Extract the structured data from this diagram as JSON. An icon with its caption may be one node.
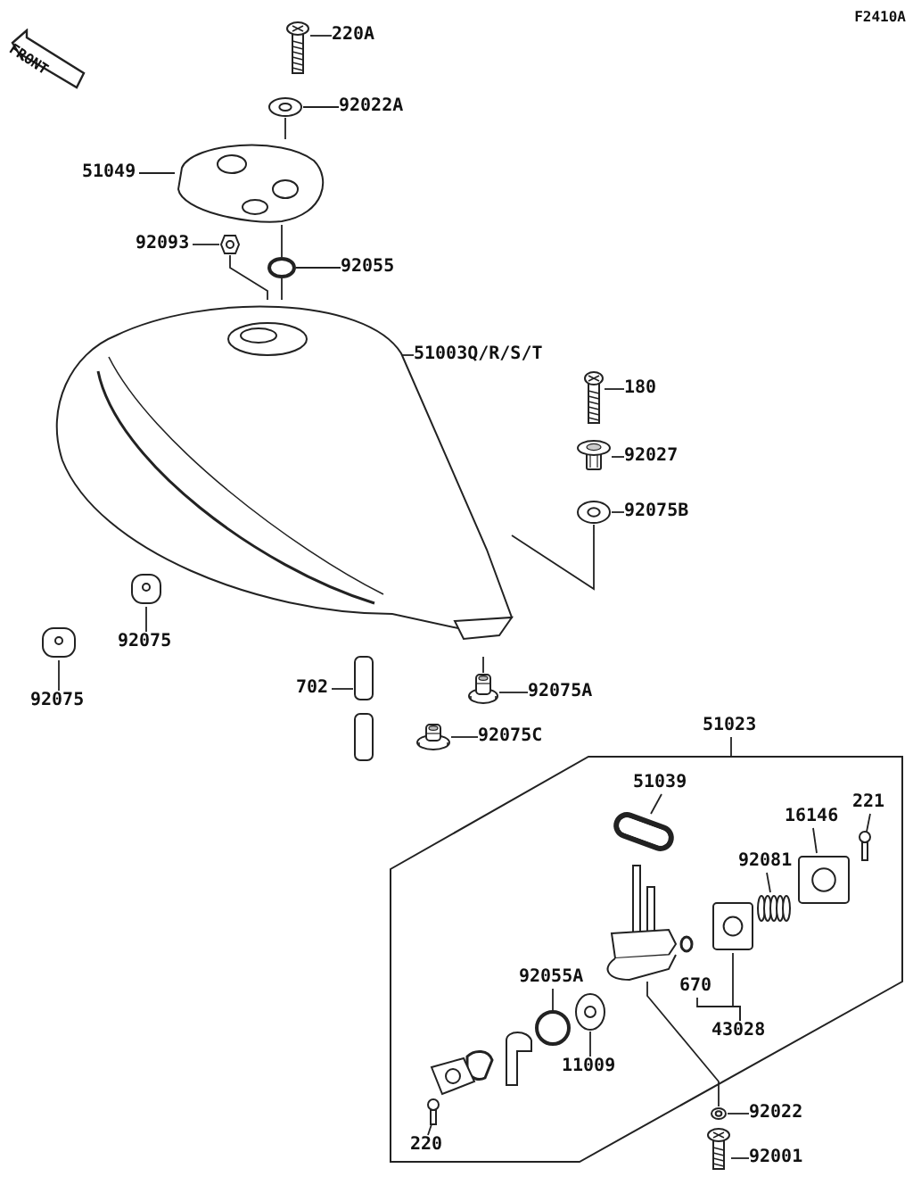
{
  "diagram": {
    "nodes": [
      {
        "text": [
          "220A"
        ]
      },
      {
        "text": [],
        "shape": "picture"
      },
      {
        "text": [
          "92022A"
        ]
      },
      {
        "text": [],
        "shape": "picture"
      },
      {
        "text": [
          "51049"
        ]
      },
      {
        "text": [],
        "shape": "picture"
      },
      {
        "text": [
          "92093"
        ]
      },
      {
        "text": [],
        "shape": "picture"
      },
      {
        "text": [
          "92055"
        ]
      },
      {
        "text": [],
        "shape": "circle"
      },
      {
        "text": [],
        "shape": "picture"
      },
      {
        "text": [
          "51003Q/R/S/T"
        ]
      },
      {
        "text": [
          "180"
        ]
      },
      {
        "text": [],
        "shape": "picture"
      },
      {
        "text": [
          "92027"
        ]
      },
      {
        "text": [],
        "shape": "picture"
      },
      {
        "text": [
          "92075B"
        ]
      },
      {
        "text": [],
        "shape": "picture"
      },
      {
        "text": [
          "92075"
        ]
      },
      {
        "text": [],
        "shape": "picture"
      },
      {
        "text": [],
        "shape": "picture"
      },
      {
        "text": [
          "92075"
        ]
      },
      {
        "text": [
          "702"
        ]
      },
      {
        "text": [],
        "shape": "picture"
      },
      {
        "text": [
          "92075A"
        ]
      },
      {
        "text": [],
        "shape": "picture"
      },
      {
        "text": [
          "92075C"
        ]
      },
      {
        "text": [],
        "shape": "picture"
      },
      {
        "text": [
          "51023"
        ]
      },
      {
        "text": [],
        "shape": "box"
      },
      {
        "text": [
          "51039"
        ],
        "in": 29
      },
      {
        "text": [],
        "shape": "picture",
        "in": 29
      },
      {
        "text": [
          "16146"
        ],
        "in": 29
      },
      {
        "text": [],
        "shape": "picture",
        "in": 29
      },
      {
        "text": [
          "221"
        ],
        "in": 29
      },
      {
        "text": [],
        "shape": "picture",
        "in": 29
      },
      {
        "text": [
          "92081"
        ],
        "in": 29
      },
      {
        "text": [],
        "shape": "picture",
        "in": 29
      },
      {
        "text": [],
        "shape": "picture",
        "in": 29
      },
      {
        "text": [
          "670"
        ],
        "in": 29
      },
      {
        "text": [
          "43028"
        ],
        "in": 29
      },
      {
        "text": [],
        "shape": "picture",
        "in": 29
      },
      {
        "text": [
          "92055A"
        ],
        "in": 29
      },
      {
        "text": [],
        "shape": "circle",
        "in": 29
      },
      {
        "text": [],
        "shape": "picture",
        "in": 29
      },
      {
        "text": [
          "11009"
        ],
        "in": 29
      },
      {
        "text": [
          "220"
        ],
        "in": 29
      },
      {
        "text": [],
        "shape": "picture",
        "in": 29
      },
      {
        "text": [],
        "shape": "picture"
      },
      {
        "text": [
          "92022"
        ]
      },
      {
        "text": [],
        "shape": "picture"
      },
      {
        "text": [
          "92001"
        ]
      }
    ],
    "edges": [
      {
        "from": 0,
        "to": 1,
        "arrow": "none"
      },
      {
        "from": 2,
        "to": 3,
        "arrow": "none"
      },
      {
        "from": 4,
        "to": 5,
        "arrow": "none"
      },
      {
        "from": 6,
        "to": 7,
        "arrow": "none"
      },
      {
        "from": 8,
        "to": 9,
        "arrow": "none"
      },
      {
        "from": 11,
        "to": 10,
        "arrow": "none"
      },
      {
        "from": 12,
        "to": 13,
        "arrow": "none"
      },
      {
        "from": 14,
        "to": 15,
        "arrow": "none"
      },
      {
        "from": 16,
        "to": 17,
        "arrow": "none"
      },
      {
        "from": 18,
        "to": 19,
        "arrow": "none"
      },
      {
        "from": 21,
        "to": 20,
        "arrow": "none"
      },
      {
        "from": 22,
        "to": 23,
        "arrow": "none"
      },
      {
        "from": 24,
        "to": 25,
        "arrow": "none"
      },
      {
        "from": 26,
        "to": 27,
        "arrow": "none"
      },
      {
        "from": 28,
        "to": 29,
        "arrow": "none"
      },
      {
        "from": 30,
        "to": 31,
        "arrow": "none"
      },
      {
        "from": 32,
        "to": 33,
        "arrow": "none"
      },
      {
        "from": 34,
        "to": 35,
        "arrow": "none"
      },
      {
        "from": 36,
        "to": 37,
        "arrow": "none"
      },
      {
        "from": 40,
        "to": 38,
        "arrow": "none"
      },
      {
        "from": 40,
        "to": 39,
        "arrow": "none"
      },
      {
        "from": 42,
        "to": 43,
        "arrow": "none"
      },
      {
        "from": 45,
        "to": 44,
        "arrow": "none"
      },
      {
        "from": 46,
        "to": 47,
        "arrow": "none"
      },
      {
        "from": 49,
        "to": 48,
        "arrow": "none"
      },
      {
        "from": 51,
        "to": 50,
        "arrow": "none"
      },
      {
        "from": 3,
        "to": 5,
        "arrow": "none"
      },
      {
        "from": 5,
        "to": 9,
        "arrow": "none"
      },
      {
        "from": 9,
        "to": 10,
        "arrow": "none"
      },
      {
        "from": 7,
        "to": 10,
        "arrow": "none"
      },
      {
        "from": 17,
        "to": 10,
        "arrow": "none"
      },
      {
        "from": 10,
        "to": 25,
        "arrow": "none"
      },
      {
        "from": 41,
        "to": 48,
        "arrow": "none"
      }
    ],
    "labels": [
      "F2410A",
      "FRONT"
    ]
  }
}
